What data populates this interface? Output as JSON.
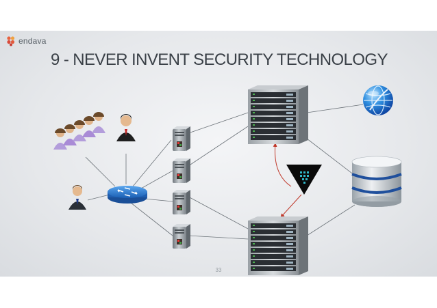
{
  "brand": {
    "name": "endava",
    "accent": "#e25a3c"
  },
  "slide": {
    "title": "9 - NEVER INVENT SECURITY TECHNOLOGY",
    "page_number": "33"
  },
  "icons": {
    "users_group": "user-group-icon",
    "user_top": "user-icon",
    "user_left": "user-icon",
    "router": "router-icon",
    "small_servers": "server-tower-icon",
    "rack_servers": "server-rack-icon",
    "globe": "globe-icon",
    "database": "database-icon",
    "vault": "vault-icon"
  },
  "colors": {
    "rack_link": "#c0392b",
    "vault": "#0a0a0a",
    "vault_dots": "#2fb7c9"
  }
}
